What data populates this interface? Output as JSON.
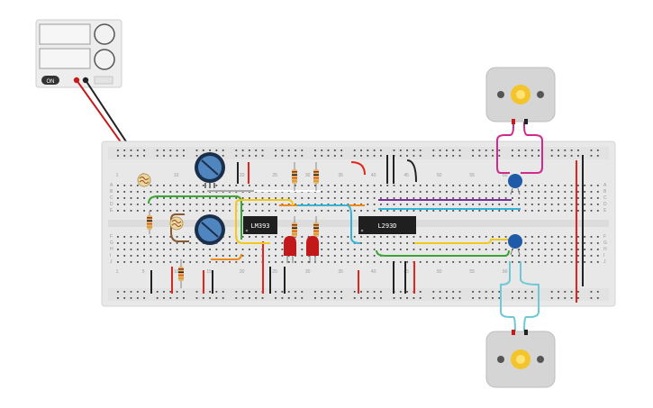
{
  "board": {
    "column_numbers": [
      "1",
      "5",
      "10",
      "15",
      "20",
      "25",
      "30",
      "35",
      "40",
      "45",
      "50",
      "55",
      "60"
    ],
    "row_letters_top": [
      "A",
      "B",
      "C",
      "D",
      "E"
    ],
    "row_letters_bottom": [
      "F",
      "G",
      "H",
      "I",
      "J"
    ]
  },
  "chips": {
    "comparator_label": "LM393",
    "driver_label": "L293D"
  },
  "power_supply": {
    "button_text": "ON"
  },
  "colors": {
    "breadboard": "#e8e8e8",
    "rail_red": "#e0251b",
    "rail_black": "#222222",
    "wire_green": "#3aa535",
    "wire_purple": "#7b2d9e",
    "wire_cyan": "#33b4d6",
    "wire_yellow": "#f1c81c",
    "wire_orange": "#f08a16",
    "wire_brown": "#8a5a2e",
    "wire_magenta": "#cf2b8e",
    "wire_teal": "#6fc8d6",
    "capacitor_blue": "#1f5aa8",
    "led_red": "#c3181a",
    "motor_body": "#d5d5d5",
    "motor_gear": "#f3c52b"
  },
  "icons": [
    "power-supply-icon",
    "potentiometer-icon",
    "photoresistor-icon",
    "resistor-icon",
    "led-icon",
    "capacitor-icon",
    "dc-motor-icon",
    "ic-chip-icon"
  ]
}
